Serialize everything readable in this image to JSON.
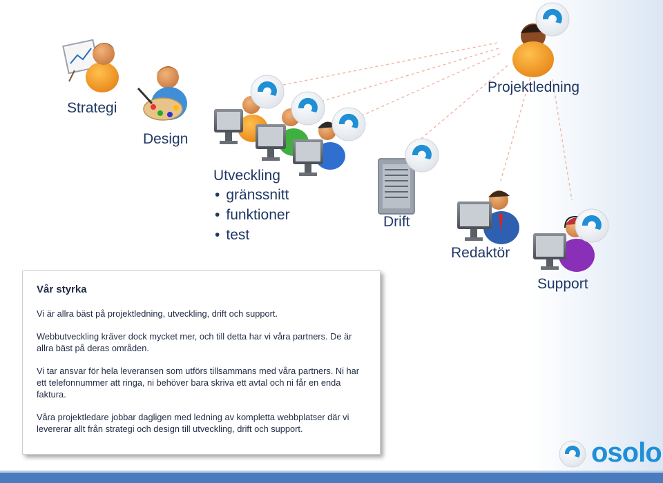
{
  "roles": {
    "strategi": "Strategi",
    "design": "Design",
    "utveckling": "Utveckling",
    "drift": "Drift",
    "redaktor": "Redaktör",
    "support": "Support",
    "projektledning": "Projektledning"
  },
  "utveckling_items": [
    "gränssnitt",
    "funktioner",
    "test"
  ],
  "panel": {
    "title": "Vår styrka",
    "p1": "Vi är allra bäst på projektledning, utveckling, drift och support.",
    "p2": "Webbutveckling kräver dock mycket mer, och till detta har vi våra partners. De är allra bäst på deras områden.",
    "p3": "Vi tar ansvar för hela leveransen som utförs tillsammans med våra partners. Ni har ett telefonnummer att ringa, ni behöver bara skriva ett avtal och ni får en enda faktura.",
    "p4": "Våra projektledare jobbar dagligen med ledning av kompletta webbplatser där vi levererar allt från strategi och design till utveckling, drift och support."
  },
  "logo": {
    "text": "osolo"
  },
  "colors": {
    "role_text": "#1f3864",
    "logo_blue": "#1f8fd6",
    "bar": "#4a7bbf"
  }
}
